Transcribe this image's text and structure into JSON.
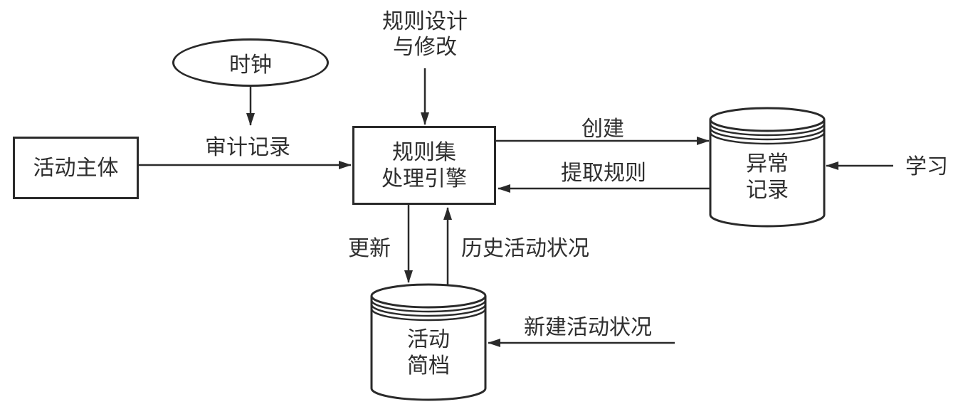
{
  "diagram": {
    "title": "rule-based-audit-processing-flow",
    "colors": {
      "background": "#ffffff",
      "stroke": "#2a2a2a",
      "text": "#2e2e2e"
    },
    "nodes": {
      "clock": {
        "label": "时钟",
        "shape": "ellipse"
      },
      "activity_subject": {
        "label": "活动主体",
        "shape": "rectangle"
      },
      "rule_engine": {
        "line1": "规则集",
        "line2": "处理引擎",
        "shape": "rectangle"
      },
      "anomaly_store": {
        "line1": "异常",
        "line2": "记录",
        "shape": "cylinder"
      },
      "profile_store": {
        "line1": "活动",
        "line2": "简档",
        "shape": "cylinder"
      }
    },
    "edge_labels": {
      "rule_design": {
        "line1": "规则设计",
        "line2": "与修改"
      },
      "audit_record": "审计记录",
      "create": "创建",
      "extract_rules": "提取规则",
      "learn": "学习",
      "update": "更新",
      "history_activity": "历史活动状况",
      "new_activity": "新建活动状况"
    }
  }
}
